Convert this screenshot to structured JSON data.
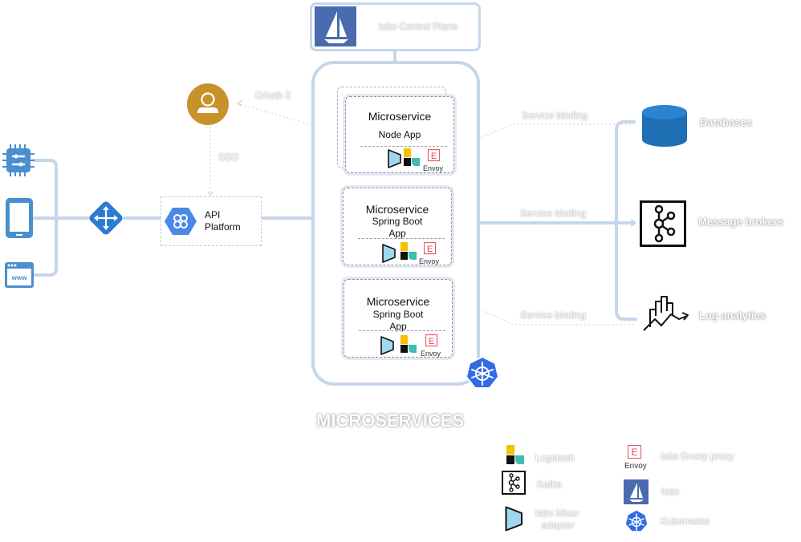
{
  "control_plane": {
    "label": "Istio Control Plane"
  },
  "left_clients": {
    "icons": [
      "chip-icon",
      "mobile-icon",
      "browser-icon"
    ]
  },
  "router": {
    "icon": "network-router-icon"
  },
  "auth": {
    "oauth_label": "OAuth 2",
    "sso_label": "SSO"
  },
  "api_platform": {
    "label_line1": "API",
    "label_line2": "Platform"
  },
  "microservices": [
    {
      "title": "Microservice",
      "sub1": "Node App",
      "sub2": "",
      "envoy": "Envoy"
    },
    {
      "title": "Microservice",
      "sub1": "Spring Boot",
      "sub2": "App",
      "envoy": "Envoy"
    },
    {
      "title": "Microservice",
      "sub1": "Spring Boot",
      "sub2": "App",
      "envoy": "Envoy"
    }
  ],
  "section_title": "MICROSERVICES",
  "bindings": [
    "Service binding",
    "Service binding",
    "Service binding"
  ],
  "right_services": [
    {
      "label": "Databases",
      "icon": "database-icon"
    },
    {
      "label": "Message brokers",
      "icon": "kafka-icon"
    },
    {
      "label": "Log analytics",
      "icon": "analytics-icon"
    }
  ],
  "legend": {
    "logstash": "Logstash",
    "kafka": "Kafka",
    "mixer_line1": "Istio Mixer",
    "mixer_line2": "adapter",
    "envoy_proxy": "Istio Envoy proxy",
    "envoy_icon_text": "Envoy",
    "istio": "Istio",
    "kubernetes": "Kubernetes"
  },
  "colors": {
    "line": "#c6d6ea",
    "istio_blue": "#4a6bb0",
    "k8s_blue": "#326ce5",
    "db_blue": "#1f6fb5",
    "user_gold": "#c8922a",
    "logstash_yellow": "#f5c200",
    "logstash_teal": "#3ebeb0",
    "mixer_teal": "#9fd8ec",
    "envoy_red": "#e04a5a"
  }
}
